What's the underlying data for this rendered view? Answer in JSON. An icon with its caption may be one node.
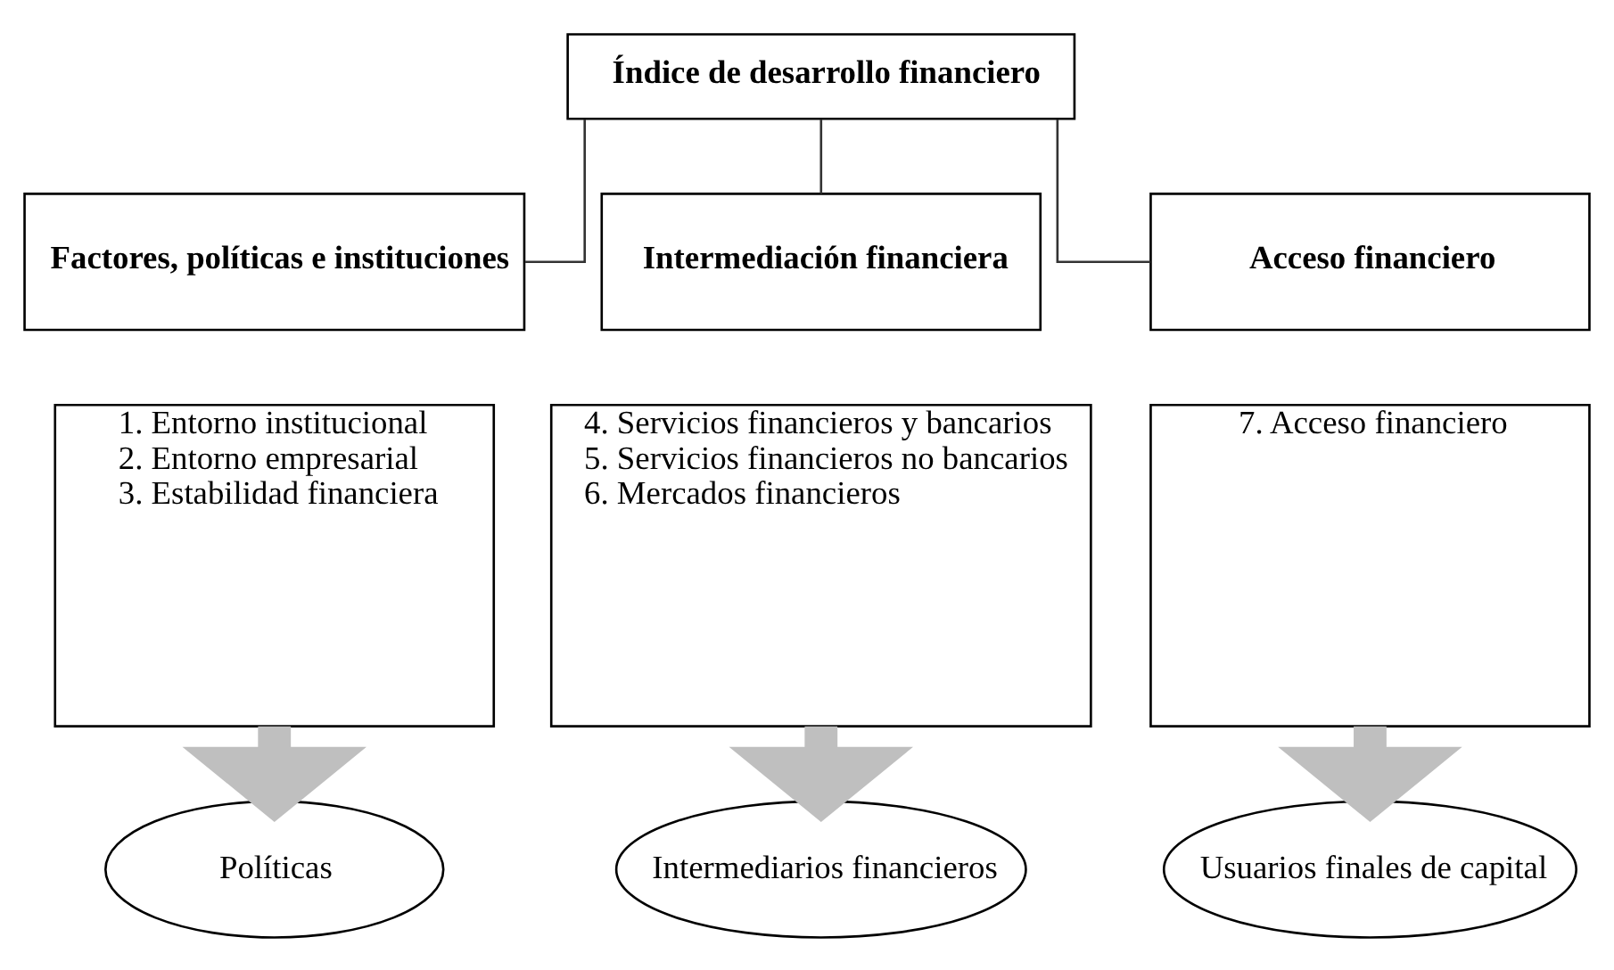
{
  "diagram": {
    "nodes": [
      {
        "text": [
          "Índice de desarrollo financiero"
        ]
      },
      {
        "text": [
          "Factores, políticas e instituciones"
        ]
      },
      {
        "text": [
          "1. Entorno institucional",
          "2. Entorno empresarial",
          "3. Estabilidad financiera"
        ]
      },
      {
        "text": [
          "Intermediación financiera"
        ]
      },
      {
        "text": [
          "4. Servicios financieros y bancarios",
          "5. Servicios financieros no bancarios",
          "6. Mercados financieros"
        ]
      },
      {
        "text": [
          "Acceso financiero"
        ]
      },
      {
        "text": [
          "7. Acceso financiero"
        ]
      },
      {
        "text": [
          "Políticas"
        ]
      },
      {
        "text": [
          "Intermediarios financieros"
        ]
      },
      {
        "text": [
          "Usuarios finales de capital"
        ]
      }
    ],
    "edges": [
      {
        "from": 0,
        "to": 1,
        "arrow": "none"
      },
      {
        "from": 0,
        "to": 3,
        "arrow": "none"
      },
      {
        "from": 0,
        "to": 5,
        "arrow": "none"
      },
      {
        "from": 2,
        "to": 7,
        "arrow": "to",
        "style": "thick",
        "color": "#bfbfbf"
      },
      {
        "from": 4,
        "to": 8,
        "arrow": "to",
        "style": "thick",
        "color": "#bfbfbf"
      },
      {
        "from": 6,
        "to": 9,
        "arrow": "to",
        "style": "thick",
        "color": "#bfbfbf"
      }
    ]
  }
}
